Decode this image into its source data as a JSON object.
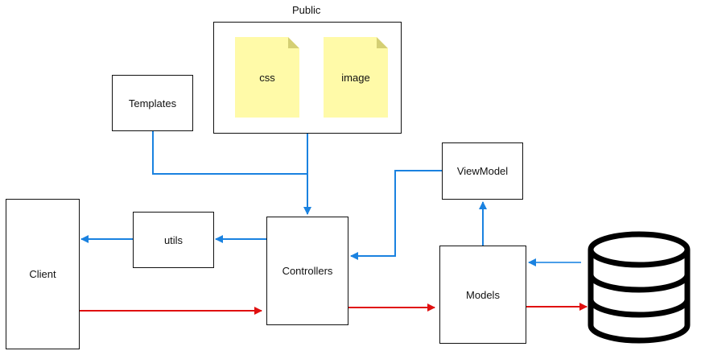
{
  "public_group": {
    "label": "Public",
    "files": [
      "css",
      "image"
    ]
  },
  "nodes": {
    "templates": "Templates",
    "utils": "utils",
    "client": "Client",
    "controllers": "Controllers",
    "viewmodel": "ViewModel",
    "models": "Models"
  },
  "database": {
    "icon": "database-icon"
  },
  "colors": {
    "flow_blue": "#1a82e0",
    "flow_red": "#e01010",
    "note_fill": "#fffaa8",
    "note_fold": "#d4cf74"
  }
}
